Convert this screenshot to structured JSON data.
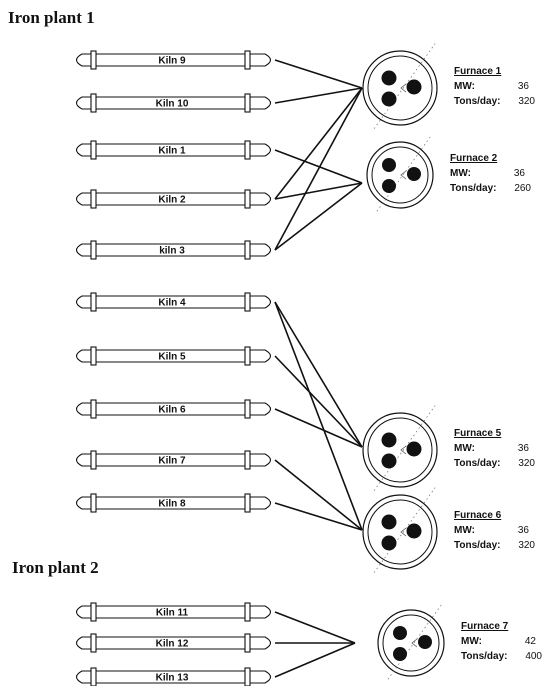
{
  "plants": [
    {
      "title": "Iron plant 1"
    },
    {
      "title": "Iron plant 2"
    }
  ],
  "kilns": [
    {
      "id": "k9",
      "label": "Kiln 9"
    },
    {
      "id": "k10",
      "label": "Kiln 10"
    },
    {
      "id": "k1",
      "label": "Kiln 1"
    },
    {
      "id": "k2",
      "label": "Kiln 2"
    },
    {
      "id": "k3",
      "label": "kiln 3"
    },
    {
      "id": "k4",
      "label": "Kiln 4"
    },
    {
      "id": "k5",
      "label": "Kiln 5"
    },
    {
      "id": "k6",
      "label": "Kiln 6"
    },
    {
      "id": "k7",
      "label": "Kiln 7"
    },
    {
      "id": "k8",
      "label": "Kiln 8"
    },
    {
      "id": "k11",
      "label": "Kiln 11"
    },
    {
      "id": "k12",
      "label": "Kiln 12"
    },
    {
      "id": "k13",
      "label": "Kiln 13"
    }
  ],
  "furnaces": [
    {
      "id": "f1",
      "name": "Furnace 1",
      "mw_label": "MW:",
      "mw": "36",
      "tons_label": "Tons/day:",
      "tons": "320"
    },
    {
      "id": "f2",
      "name": "Furnace 2",
      "mw_label": "MW:",
      "mw": "36",
      "tons_label": "Tons/day:",
      "tons": "260"
    },
    {
      "id": "f5",
      "name": "Furnace 5",
      "mw_label": "MW:",
      "mw": "36",
      "tons_label": "Tons/day:",
      "tons": "320"
    },
    {
      "id": "f6",
      "name": "Furnace 6",
      "mw_label": "MW:",
      "mw": "36",
      "tons_label": "Tons/day:",
      "tons": "320"
    },
    {
      "id": "f7",
      "name": "Furnace 7",
      "mw_label": "MW:",
      "mw": "42",
      "tons_label": "Tons/day:",
      "tons": "400"
    }
  ],
  "connections": [
    {
      "from": "k9",
      "to": "f1"
    },
    {
      "from": "k10",
      "to": "f1"
    },
    {
      "from": "k2",
      "to": "f1"
    },
    {
      "from": "k3",
      "to": "f1"
    },
    {
      "from": "k1",
      "to": "f2"
    },
    {
      "from": "k2",
      "to": "f2"
    },
    {
      "from": "k3",
      "to": "f2"
    },
    {
      "from": "k4",
      "to": "f5"
    },
    {
      "from": "k5",
      "to": "f5"
    },
    {
      "from": "k6",
      "to": "f5"
    },
    {
      "from": "k4",
      "to": "f6"
    },
    {
      "from": "k7",
      "to": "f6"
    },
    {
      "from": "k8",
      "to": "f6"
    },
    {
      "from": "k11",
      "to": "f7"
    },
    {
      "from": "k12",
      "to": "f7"
    },
    {
      "from": "k13",
      "to": "f7"
    }
  ]
}
